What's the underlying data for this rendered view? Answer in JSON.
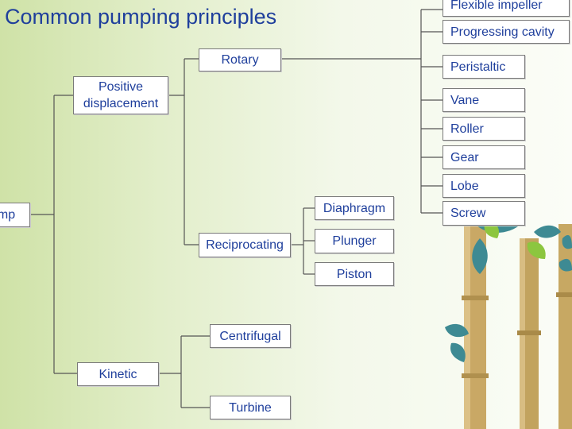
{
  "title": "Common pumping principles",
  "nodes": {
    "pump": "ump",
    "positive_displacement": "Positive\ndisplacement",
    "rotary": "Rotary",
    "reciprocating": "Reciprocating",
    "kinetic": "Kinetic",
    "centrifugal": "Centrifugal",
    "turbine": "Turbine",
    "diaphragm": "Diaphragm",
    "plunger": "Plunger",
    "piston": "Piston",
    "flexible_impeller": "Flexible impeller",
    "progressing_cavity": "Progressing cavity",
    "peristaltic": "Peristaltic",
    "vane": "Vane",
    "roller": "Roller",
    "gear": "Gear",
    "lobe": "Lobe",
    "screw": "Screw"
  },
  "colors": {
    "text": "#1f3f9c",
    "box_border": "#7a7a7a",
    "connector": "#555555",
    "bamboo": "#c9a865",
    "leaf": "#3e8a93",
    "leaf_light": "#8cc63f"
  },
  "decoration_icons": [
    "bamboo-stalks-decoration",
    "leaves-decoration"
  ]
}
